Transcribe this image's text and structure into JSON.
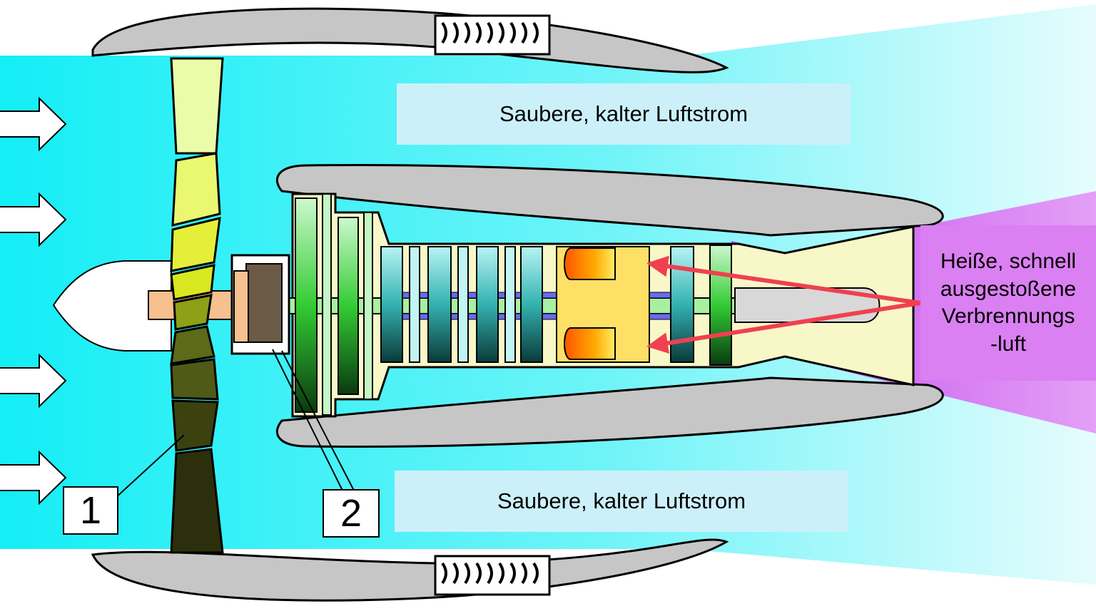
{
  "labels": {
    "cold_air_top": "Saubere, kalter Luftstrom",
    "cold_air_bottom": "Saubere, kalter Luftstrom",
    "hot_exhaust": [
      "Heiße, schnell",
      "ausgestoßene",
      "Verbrennungs",
      "-luft"
    ]
  },
  "callouts": {
    "fan": "1",
    "gearbox": "2"
  },
  "colors": {
    "cold_flow": "#22eef5",
    "cold_label_bg": "#ccf0fa",
    "hot_flow": "#cc55f0",
    "hot_label_bg": "#da80f2",
    "nacelle": "#c6c6c6",
    "arrow_red": "#f04050",
    "combustor": "#ffcc33"
  },
  "icons": [
    "intake-arrow-icon",
    "thrust-reverser-cascade-icon",
    "pointer-arrow-icon"
  ]
}
